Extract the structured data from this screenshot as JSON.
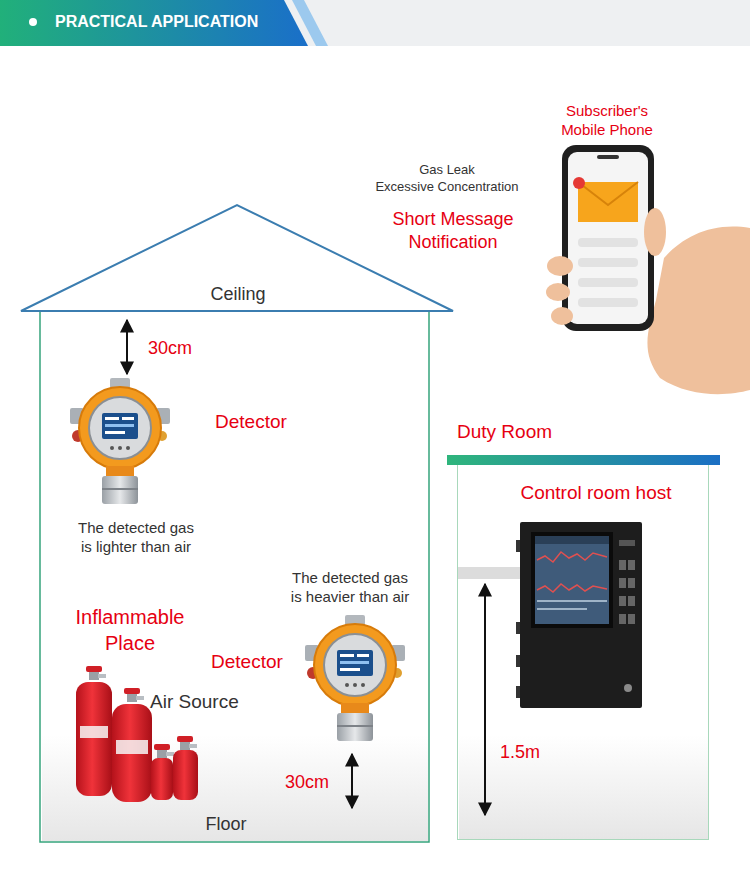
{
  "diagram": {
    "title": "PRACTICAL APPLICATION",
    "nodes": [
      {
        "text": [
          "Ceiling",
          "Inflammable Place",
          "Floor"
        ]
      },
      {
        "text": [
          "Subscriber's Mobile Phone"
        ]
      },
      {
        "text": [
          "Duty Room",
          "Control room host"
        ]
      }
    ],
    "labels": [
      "30cm",
      "Detector",
      "The detected gas is lighter than air",
      "The detected gas is heavier than air",
      "Detector",
      "Air Source",
      "30cm",
      "1.5m",
      "Gas Leak",
      "Excessive Concentration",
      "Short Message Notification"
    ]
  }
}
